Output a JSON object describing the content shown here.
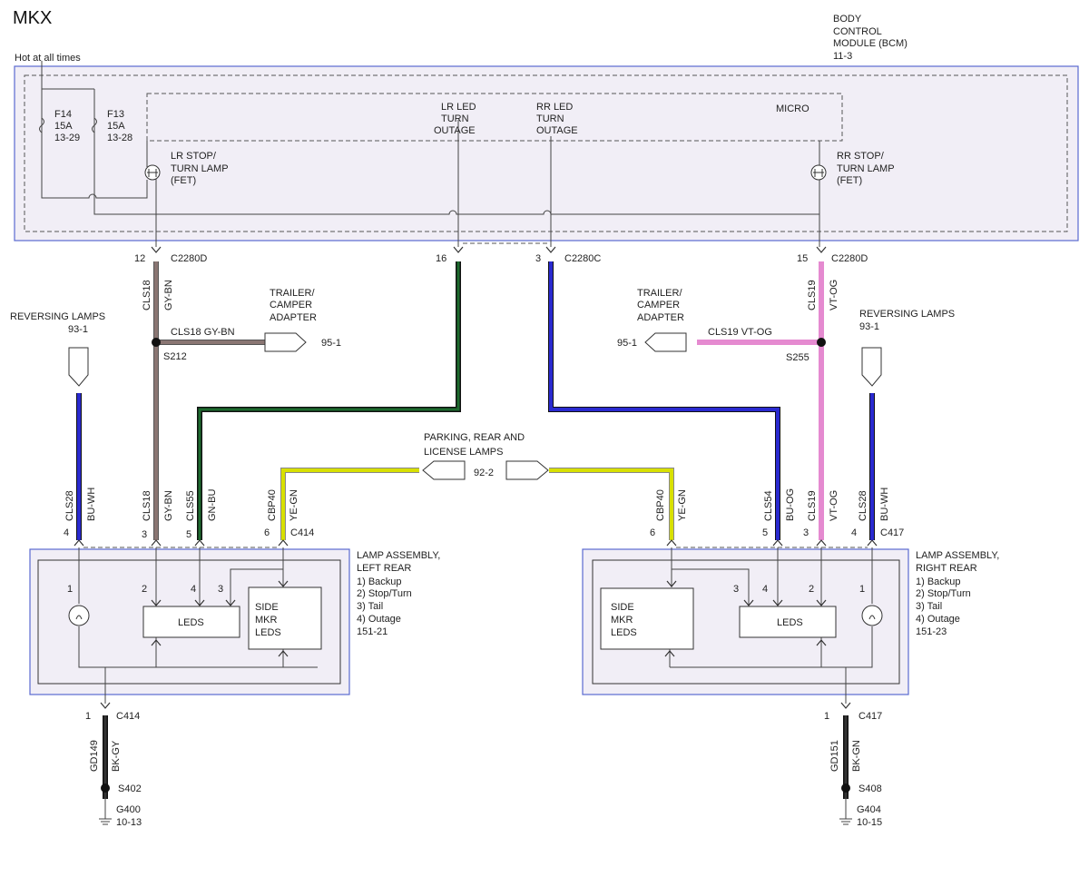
{
  "title": "MKX",
  "hot_label": "Hot at all times",
  "bcm": {
    "line1": "BODY",
    "line2": "CONTROL",
    "line3": "MODULE (BCM)",
    "line4": "11-3",
    "micro": "MICRO"
  },
  "fuses": [
    {
      "name": "F14",
      "rating": "15A",
      "ref": "13-29"
    },
    {
      "name": "F13",
      "rating": "15A",
      "ref": "13-28"
    }
  ],
  "bcm_labels": {
    "lr_stop": [
      "LR STOP/",
      "TURN LAMP",
      "(FET)"
    ],
    "rr_stop": [
      "RR STOP/",
      "TURN LAMP",
      "(FET)"
    ],
    "lr_led": [
      "LR LED",
      "TURN",
      "OUTAGE"
    ],
    "rr_led": [
      "RR LED",
      "TURN",
      "OUTAGE"
    ]
  },
  "bcm_pins": [
    {
      "pin": "12",
      "conn": "C2280D"
    },
    {
      "pin": "16",
      "conn": ""
    },
    {
      "pin": "3",
      "conn": "C2280C"
    },
    {
      "pin": "15",
      "conn": "C2280D"
    }
  ],
  "wires": {
    "cls18": "CLS18",
    "gybn": "GY-BN",
    "cls19": "CLS19",
    "vtog": "VT-OG",
    "cls28": "CLS28",
    "buwh": "BU-WH",
    "cls55": "CLS55",
    "gnbu": "GN-BU",
    "cbp40": "CBP40",
    "yegn": "YE-GN",
    "cls54": "CLS54",
    "buog": "BU-OG",
    "gd149": "GD149",
    "bkgy": "BK-GY",
    "gd151": "GD151",
    "bkgn": "BK-GN"
  },
  "splices": {
    "s212": "S212",
    "s255": "S255",
    "s402": "S402",
    "s408": "S408"
  },
  "trailer_left": {
    "l1": "TRAILER/",
    "l2": "CAMPER",
    "l3": "ADAPTER",
    "ref": "95-1",
    "wire": "CLS18   GY-BN"
  },
  "trailer_right": {
    "l1": "TRAILER/",
    "l2": "CAMPER",
    "l3": "ADAPTER",
    "ref": "95-1",
    "wire": "CLS19   VT-OG"
  },
  "reversing_left": {
    "label": "REVERSING LAMPS",
    "ref": "93-1"
  },
  "reversing_right": {
    "label": "REVERSING LAMPS",
    "ref": "93-1"
  },
  "parking": {
    "l1": "PARKING, REAR AND",
    "l2": "LICENSE LAMPS",
    "ref": "92-2"
  },
  "left_pins": {
    "p4": "4",
    "p3": "3",
    "p5": "5",
    "p6": "6",
    "conn": "C414"
  },
  "right_pins": {
    "p6": "6",
    "p5": "5",
    "p3": "3",
    "p4": "4",
    "conn": "C417"
  },
  "left_asm": {
    "title": "LAMP ASSEMBLY,",
    "sub": "LEFT REAR",
    "i1": "1) Backup",
    "i2": "2) Stop/Turn",
    "i3": "3) Tail",
    "i4": "4) Outage",
    "ref": "151-21"
  },
  "right_asm": {
    "title": "LAMP ASSEMBLY,",
    "sub": "RIGHT REAR",
    "i1": "1) Backup",
    "i2": "2) Stop/Turn",
    "i3": "3) Tail",
    "i4": "4) Outage",
    "ref": "151-23"
  },
  "leds": "LEDS",
  "side_mkr": [
    "SIDE",
    "MKR",
    "LEDS"
  ],
  "inner_left": {
    "n1": "1",
    "n2": "2",
    "n4": "4",
    "n3": "3"
  },
  "inner_right": {
    "n3": "3",
    "n4": "4",
    "n2": "2",
    "n1": "1"
  },
  "ground_left": {
    "pin": "1",
    "conn": "C414",
    "g": "G400",
    "ref": "10-13"
  },
  "ground_right": {
    "pin": "1",
    "conn": "C417",
    "g": "G404",
    "ref": "10-15"
  },
  "colors": {
    "gybn": "#8a7673",
    "green": "#1d6b2e",
    "blue": "#2a2ad0",
    "pink": "#e58ad0",
    "yellow": "#d8e000",
    "black": "#111111",
    "frame": "#5a6ad0"
  }
}
